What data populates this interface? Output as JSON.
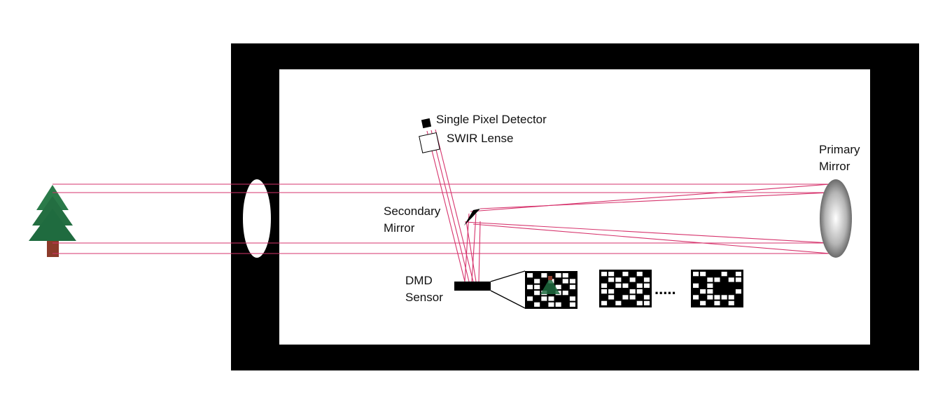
{
  "labels": {
    "single_pixel_detector": "Single Pixel Detector",
    "swir_lense": "SWIR Lense",
    "primary_mirror": [
      "Primary",
      "Mirror"
    ],
    "secondary_mirror": [
      "Secondary",
      "Mirror"
    ],
    "dmd_sensor": [
      "DMD",
      "Sensor"
    ],
    "pattern_ellipsis": "....."
  },
  "colors": {
    "housing": "#000000",
    "interior": "#ffffff",
    "ray": "#d6336c",
    "tree_foliage": "#1f6b3f",
    "tree_trunk": "#8b3a2a"
  },
  "patterns": {
    "rows": 6,
    "cols": 7,
    "first": [
      "1010110",
      "0101011",
      "1100101",
      "0110110",
      "1011001",
      "0101101"
    ],
    "second": [
      "1101010",
      "0110101",
      "1011011",
      "1100110",
      "0101101",
      "1010011"
    ],
    "third": [
      "1100101",
      "0011011",
      "1010000",
      "0110001",
      "1011110",
      "0101010"
    ]
  }
}
